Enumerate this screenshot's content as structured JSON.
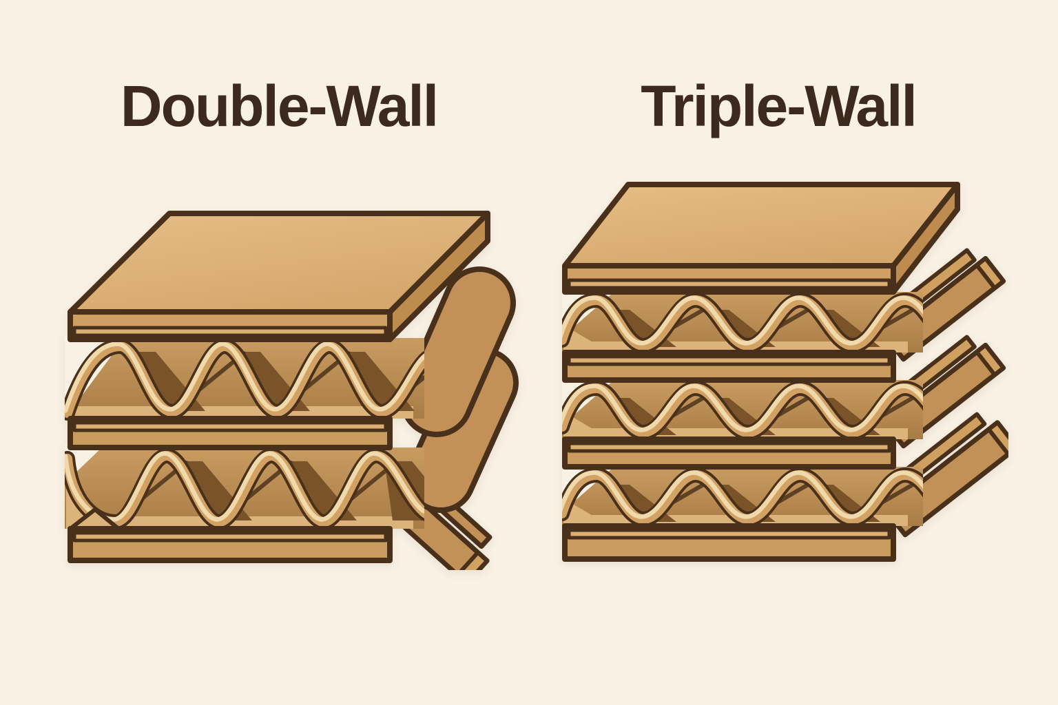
{
  "page": {
    "background_color": "#f8f1e4"
  },
  "titles": {
    "double": "Double-Wall",
    "triple": "Triple-Wall"
  },
  "figures": {
    "double": {
      "label": "Double-Wall corrugated board",
      "flute_layers": 2,
      "liner_layers": 3
    },
    "triple": {
      "label": "Triple-Wall corrugated board",
      "flute_layers": 3,
      "liner_layers": 4
    }
  },
  "colors": {
    "bg": "#f8f1e4",
    "ink": "#3b2a1d",
    "outline": "#48301b",
    "top-a": "#e6bd86",
    "top-b": "#d5a76d",
    "front": "#cf9f63",
    "sliver": "#dcae74",
    "liner": "#c99b5f",
    "right": "#bf8c50",
    "flute-a": "#c89c61",
    "flute-b": "#a87c45",
    "shadow": "#7b5329",
    "light": "#dcb47b",
    "wave-tan": "#d2a164",
    "wave-cream": "#f0d9ab",
    "band": "#c29157",
    "band-light": "#cfa05f",
    "band-bevel": "#d2a263",
    "lobe": "#c39157"
  }
}
